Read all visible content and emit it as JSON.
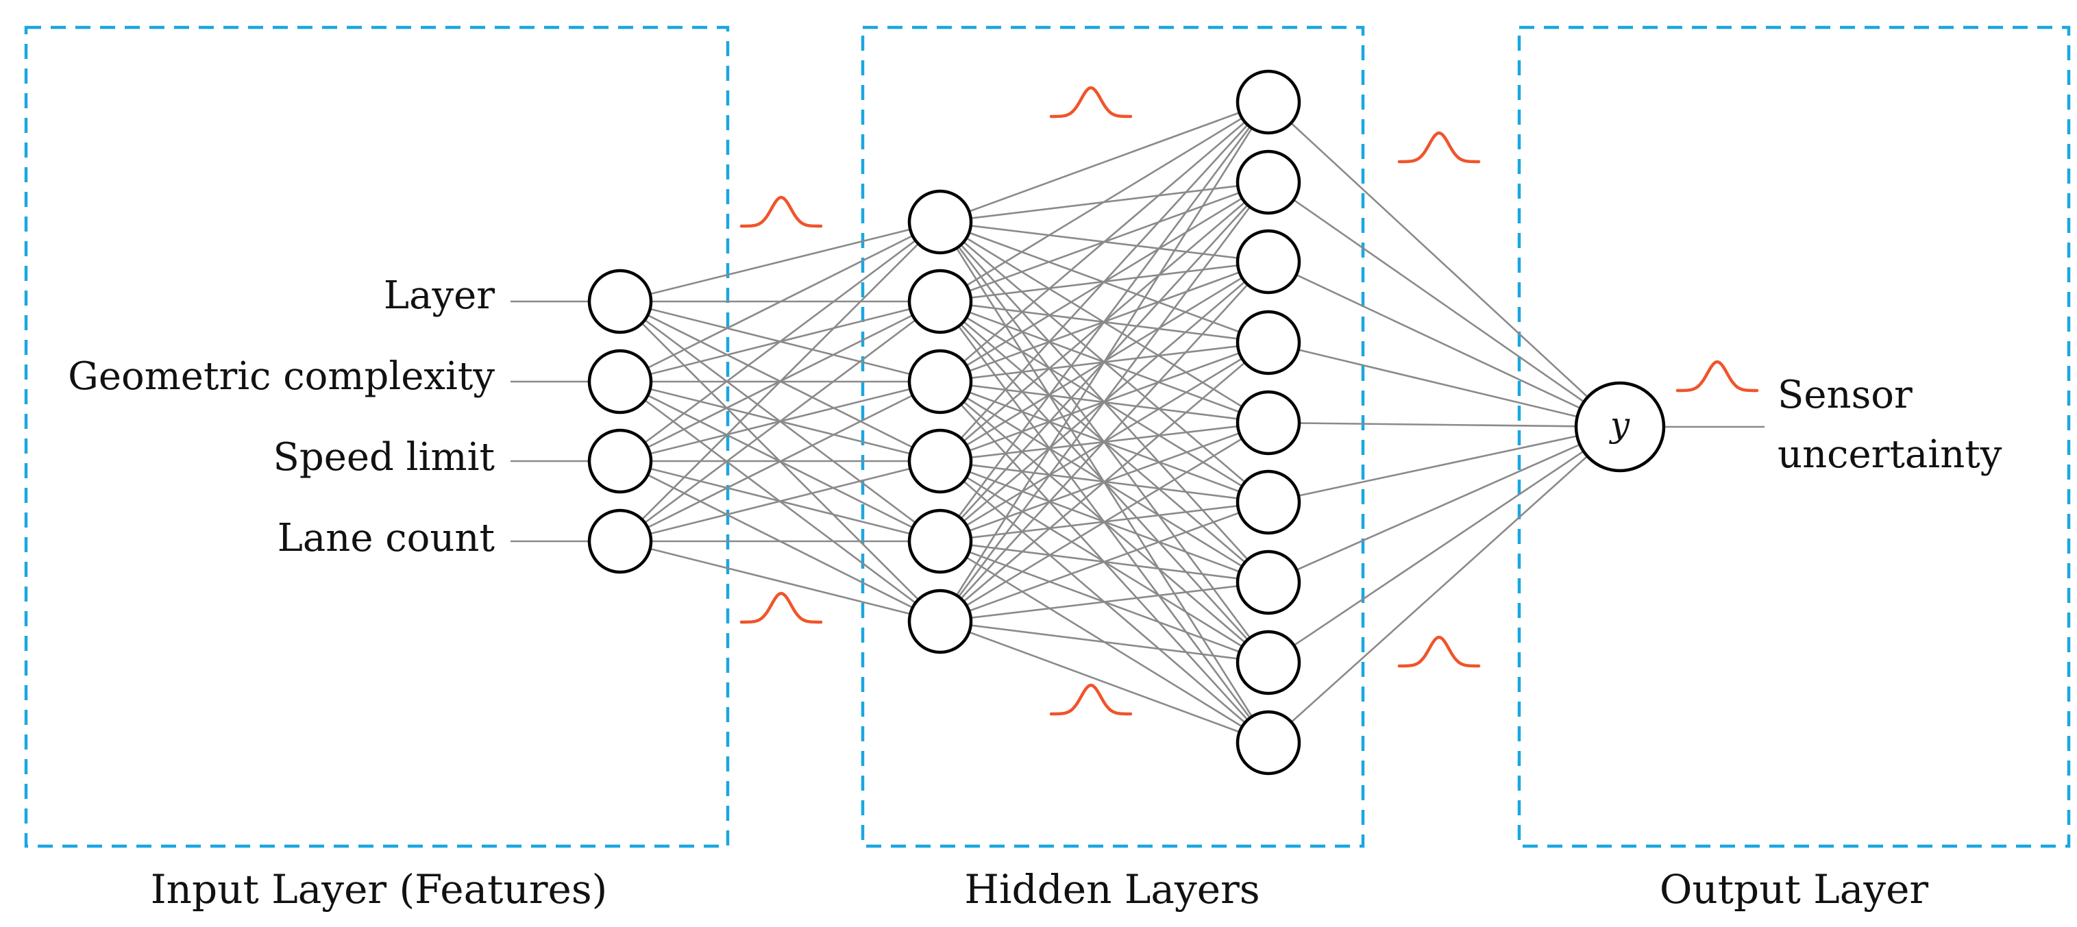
{
  "input_features": [
    "Layer",
    "Geometric complexity",
    "Speed limit",
    "Lane count"
  ],
  "output_symbol": "y",
  "output_label_lines": [
    "Sensor",
    "uncertainty"
  ],
  "captions": {
    "input": "Input Layer (Features)",
    "hidden": "Hidden Layers",
    "output": "Output Layer"
  },
  "layer_sizes": [
    4,
    6,
    9,
    1
  ],
  "colors": {
    "box_border": "#1aa7e0",
    "distribution_curve": "#f0542a",
    "edge": "#8a8a8a",
    "node_stroke": "#000000"
  }
}
